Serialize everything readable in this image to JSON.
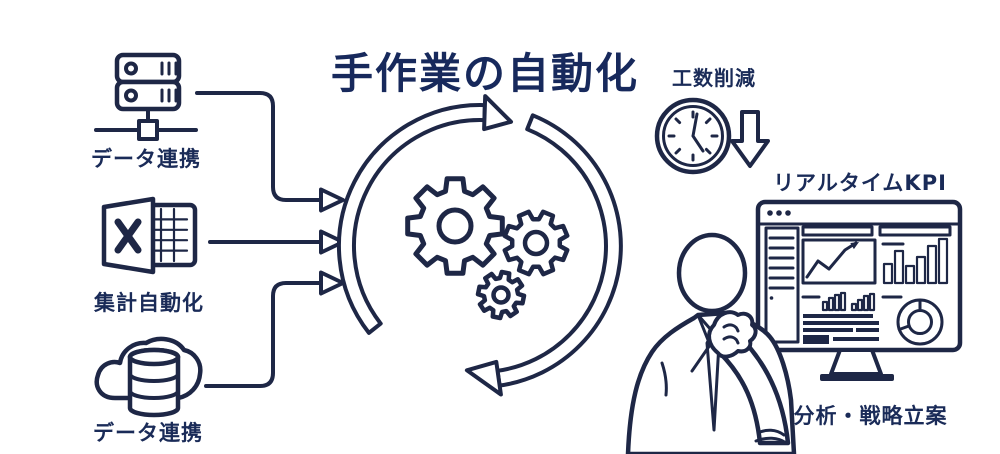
{
  "title": "手作業の自動化",
  "sources": [
    {
      "icon": "server-icon",
      "label": "データ連携"
    },
    {
      "icon": "excel-spreadsheet-icon",
      "label": "集計自動化"
    },
    {
      "icon": "cloud-database-icon",
      "label": "データ連携"
    }
  ],
  "process": {
    "icon": "gears-cycle-icon"
  },
  "outcomes": {
    "effort_label": "工数削減",
    "effort_icons": [
      "clock-icon",
      "down-arrow-icon"
    ],
    "kpi_label": "リアルタイムKPI",
    "kpi_icon": "dashboard-monitor-icon",
    "analysis_label": "分析・戦略立案",
    "analysis_icon": "thinking-businessman-icon"
  },
  "colors": {
    "line_ink": "#1e2746",
    "title_text": "#17295c",
    "label_text": "#1a2b58",
    "background": "#ffffff"
  }
}
